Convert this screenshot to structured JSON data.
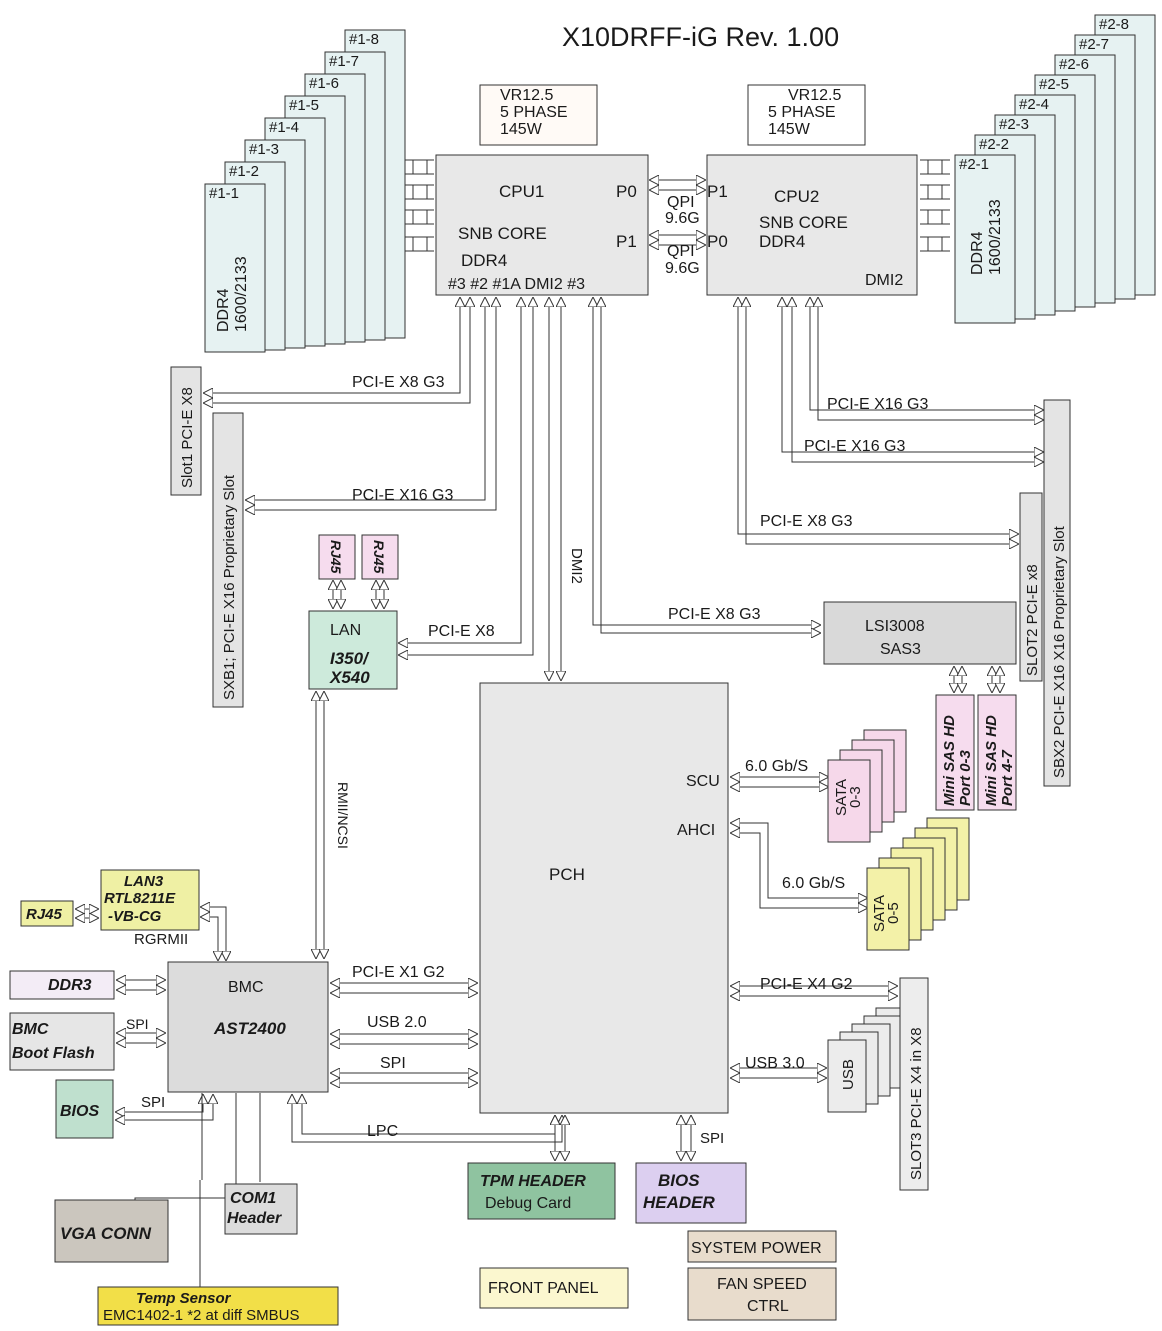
{
  "title": "X10DRFF-iG Rev. 1.00",
  "vr": {
    "left": [
      "VR12.5",
      "5 PHASE",
      "145W"
    ],
    "right": [
      "VR12.5",
      "5 PHASE",
      "145W"
    ]
  },
  "cpu1": {
    "name": "CPU1",
    "core": "SNB CORE",
    "mem": "DDR4",
    "p0": "P0",
    "p1": "P1",
    "ports": "#3 #2 #1A DMI2 #3"
  },
  "cpu2": {
    "name": "CPU2",
    "core": "SNB CORE",
    "mem": "DDR4",
    "p1": "P1",
    "p0": "P0",
    "dmi": "DMI2"
  },
  "qpi": {
    "top": "QPI",
    "top_speed": "9.6G",
    "bottom": "QPI",
    "bottom_speed": "9.6G"
  },
  "dimms_left": [
    "#1-1",
    "#1-2",
    "#1-3",
    "#1-4",
    "#1-5",
    "#1-6",
    "#1-7",
    "#1-8"
  ],
  "dimms_right": [
    "#2-1",
    "#2-2",
    "#2-3",
    "#2-4",
    "#2-5",
    "#2-6",
    "#2-7",
    "#2-8"
  ],
  "ddr4_label": [
    "DDR4",
    "1600/2133"
  ],
  "slots": {
    "slot1": "Slot1 PCI-E X8",
    "sxb1": "SXB1; PCI-E X16 Proprietary Slot",
    "slot2": "SLOT2 PCI-E x8",
    "sbx2": "SBX2 PCI-E X16 X16 Proprietary Slot",
    "slot3": "SLOT3 PCI-E X4 in X8"
  },
  "links": {
    "slot1": "PCI-E X8 G3",
    "sxb1": "PCI-E X16 G3",
    "sbx2_a": "PCI-E X16 G3",
    "sbx2_b": "PCI-E X16 G3",
    "slot2": "PCI-E X8 G3",
    "lan": "PCI-E X8",
    "lsi": "PCI-E X8 G3",
    "dmi": "DMI2",
    "rmii": "RMII/NCSI",
    "scu": "6.0 Gb/S",
    "ahci": "6.0 Gb/S",
    "pcie_x1": "PCI-E X1 G2",
    "usb2": "USB 2.0",
    "spi": "SPI",
    "lpc": "LPC",
    "pcie_x4": "PCI-E X4 G2",
    "usb3": "USB 3.0",
    "bios_spi": "SPI",
    "flash_spi": "SPI",
    "bmc_bios_spi": "SPI",
    "rgrmii": "RGRMII"
  },
  "rj45": [
    "RJ45",
    "RJ45"
  ],
  "lan": {
    "title": "LAN",
    "chip": [
      "I350/",
      "X540"
    ]
  },
  "lsi": [
    "LSI3008",
    "SAS3"
  ],
  "minisas": [
    "Mini SAS HD",
    "Port 0-3",
    "Mini SAS HD",
    "Port 4-7"
  ],
  "pch": {
    "name": "PCH",
    "scu": "SCU",
    "ahci": "AHCI"
  },
  "sata_a": [
    "SATA",
    "0-3"
  ],
  "sata_b": [
    "SATA",
    "0-5"
  ],
  "usb": "USB",
  "lan3": [
    "LAN3",
    "RTL8211E",
    "-VB-CG"
  ],
  "rj45_lan3": "RJ45",
  "bmc": {
    "name": "BMC",
    "chip": "AST2400"
  },
  "ddr3": "DDR3",
  "bmc_flash": [
    "BMC",
    "Boot Flash"
  ],
  "bios": "BIOS",
  "vga": "VGA CONN",
  "com1": [
    "COM1",
    "Header"
  ],
  "temp": [
    "Temp Sensor",
    "EMC1402-1 *2 at diff SMBUS"
  ],
  "tpm": [
    "TPM HEADER",
    "Debug Card"
  ],
  "bios_header": [
    "BIOS",
    "HEADER"
  ],
  "front_panel": "FRONT PANEL",
  "system_power": "SYSTEM POWER",
  "fan": [
    "FAN SPEED",
    "CTRL"
  ],
  "colors": {
    "dimm": "#e6f2f2",
    "cpu": "#e8e8e8",
    "slot": "#e4e4e4",
    "lan_chip": "#cdeadb",
    "rj45": "#f6dcee",
    "sata_a": "#f6d8ea",
    "sata_b": "#f3f1a8",
    "lan3": "#eff0a4",
    "ddr3": "#f3ecf6",
    "flash": "#e6e6e6",
    "bios": "#bfe0ce",
    "vga": "#cbc6be",
    "com1": "#dcdcdc",
    "temp": "#f2df48",
    "tpm": "#8fc3a0",
    "bios_header": "#dccff0",
    "front_panel": "#fbf7cf",
    "power": "#e8dccc",
    "outline": "#3a3a3a"
  }
}
